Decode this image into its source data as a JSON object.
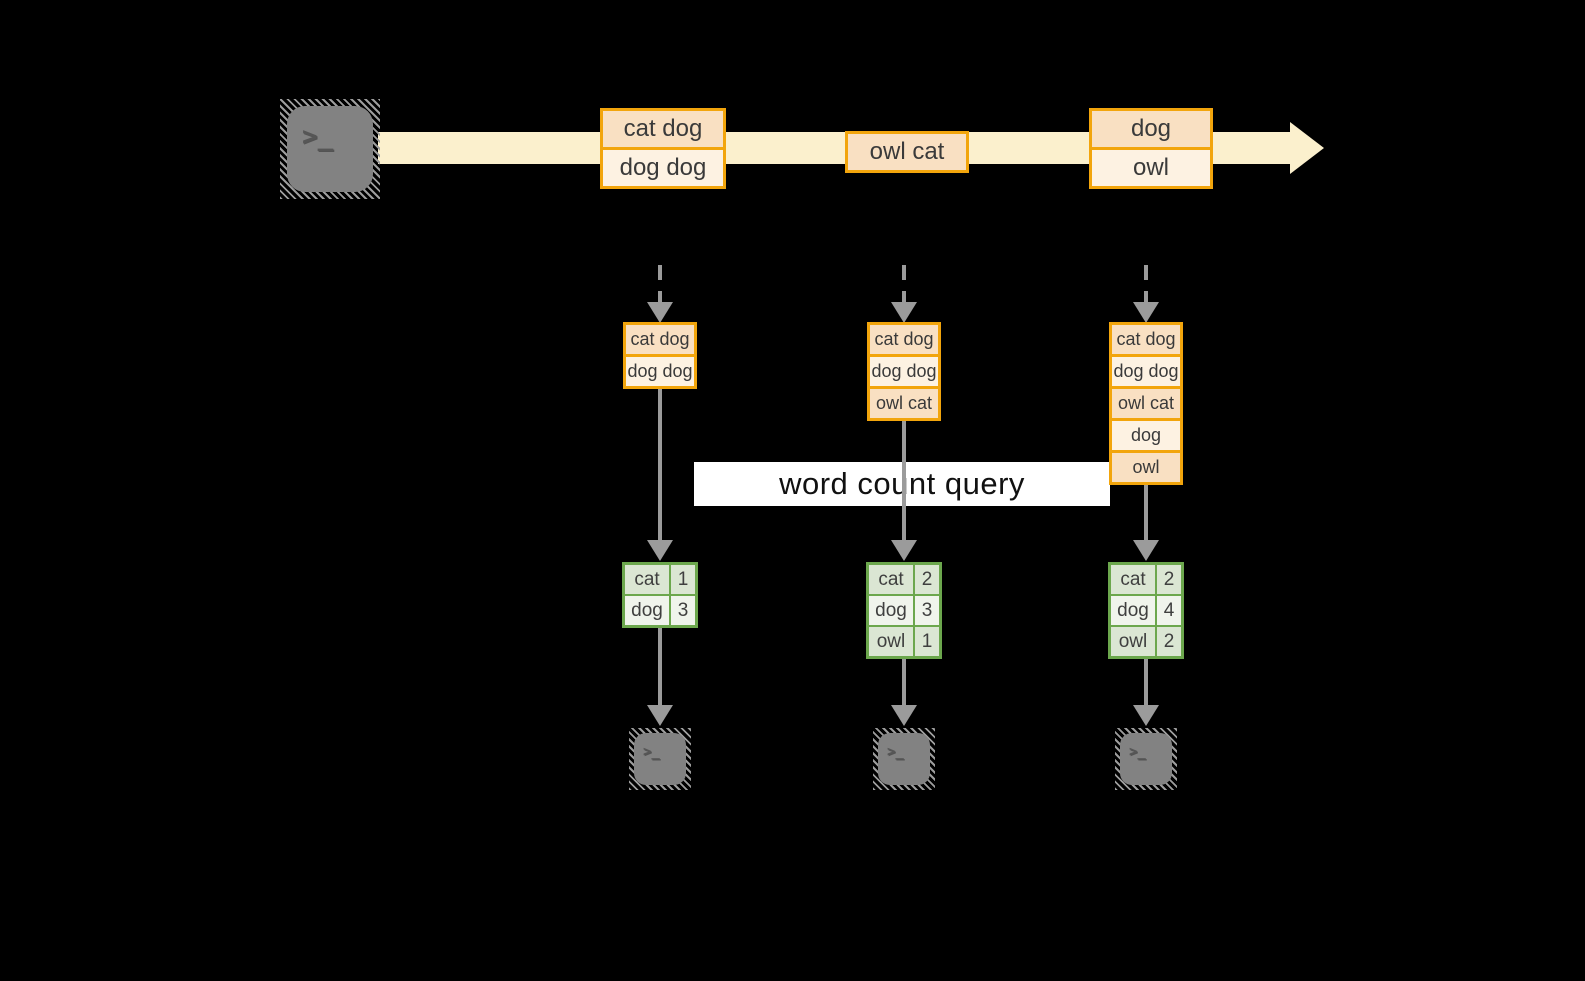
{
  "diagram": {
    "label": "word count query",
    "terminal_glyph": ">_",
    "stream_batches": [
      {
        "lines": [
          "cat dog",
          "dog dog"
        ]
      },
      {
        "lines": [
          "owl cat"
        ]
      },
      {
        "lines": [
          "dog",
          "owl"
        ]
      }
    ],
    "micro_batches": [
      {
        "accumulated": [
          "cat dog",
          "dog dog"
        ],
        "counts": [
          [
            "cat",
            "1"
          ],
          [
            "dog",
            "3"
          ]
        ]
      },
      {
        "accumulated": [
          "cat dog",
          "dog dog",
          "owl cat"
        ],
        "counts": [
          [
            "cat",
            "2"
          ],
          [
            "dog",
            "3"
          ],
          [
            "owl",
            "1"
          ]
        ]
      },
      {
        "accumulated": [
          "cat dog",
          "dog dog",
          "owl cat",
          "dog",
          "owl"
        ],
        "counts": [
          [
            "cat",
            "2"
          ],
          [
            "dog",
            "4"
          ],
          [
            "owl",
            "2"
          ]
        ]
      }
    ],
    "colors": {
      "box_border": "#F2A50C",
      "peach_fill": "#F9E0C2",
      "cream_fill": "#FDF2E2",
      "stream_band": "#FBF0CD",
      "table_border": "#6CA74D",
      "table_row_dark": "#DBE6D3",
      "table_row_light": "#F0F4EC",
      "connector_gray": "#9B9B9B",
      "background": "#000000"
    }
  }
}
